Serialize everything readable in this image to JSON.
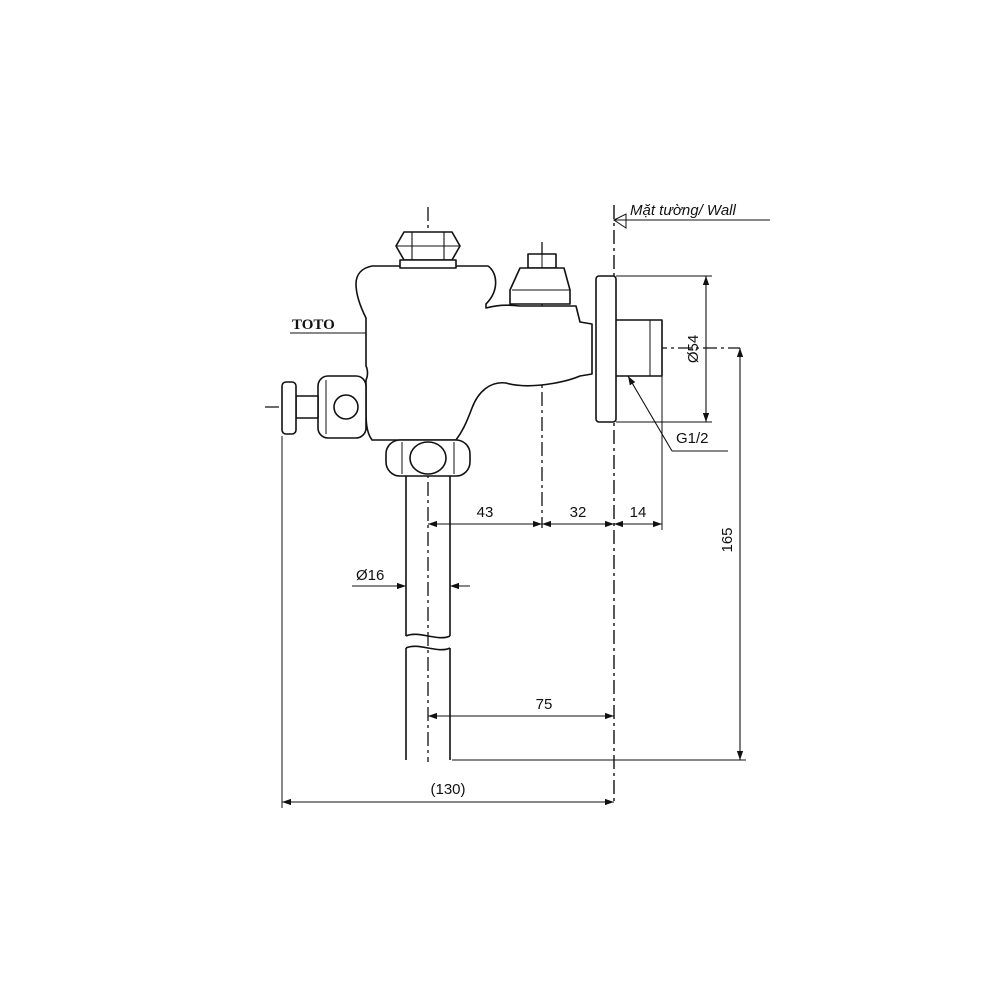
{
  "brand": "TOTO",
  "wall_label": "Mặt tường/ Wall",
  "dimensions": {
    "flange_diameter": "Ø54",
    "thread": "G1/2",
    "d43": "43",
    "d32": "32",
    "d14": "14",
    "pipe_diameter": "Ø16",
    "height": "165",
    "d75": "75",
    "overall": "(130)"
  },
  "colors": {
    "line": "#111111",
    "background": "#ffffff"
  }
}
